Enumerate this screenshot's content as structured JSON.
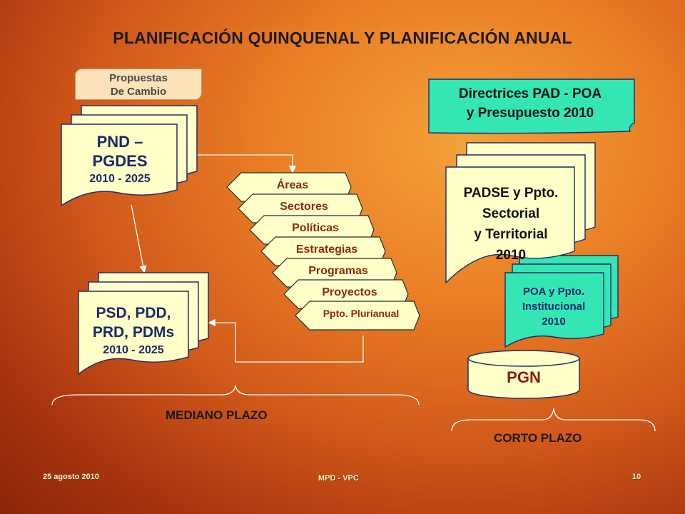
{
  "slide": {
    "title": "PLANIFICACIÓN QUINQUENAL Y PLANIFICACIÓN ANUAL"
  },
  "left": {
    "propuestas_line1": "Propuestas",
    "propuestas_line2": "De Cambio",
    "pnd_line1": "PND –",
    "pnd_line2": "PGDES",
    "pnd_years": "2010 - 2025",
    "psd_line1": "PSD, PDD,",
    "psd_line2": "PRD, PDMs",
    "psd_years": "2010 - 2025"
  },
  "middle_items": [
    "Áreas",
    "Sectores",
    "Políticas",
    "Estrategias",
    "Programas",
    "Proyectos",
    "Ppto. Plurianual"
  ],
  "right": {
    "directrices_line1": "Directrices PAD - POA",
    "directrices_line2": "y Presupuesto 2010",
    "padse_line1": "PADSE y Ppto.",
    "padse_line2": "Sectorial",
    "padse_line3": "y Territorial",
    "padse_line4": "2010",
    "poa_line1": "POA y Ppto.",
    "poa_line2": "Institucional",
    "poa_line3": "2010",
    "pgn": "PGN"
  },
  "labels": {
    "mediano": "MEDIANO PLAZO",
    "corto": "CORTO PLAZO"
  },
  "footer": {
    "date": "25 agosto 2010",
    "center": "MPD - VPC",
    "page": "10"
  },
  "colors": {
    "doc_yellow": "#ffffc8",
    "doc_green": "#33e6b4",
    "tag_fill": "#fde1b9",
    "arrow_fill": "#ffffc8"
  }
}
